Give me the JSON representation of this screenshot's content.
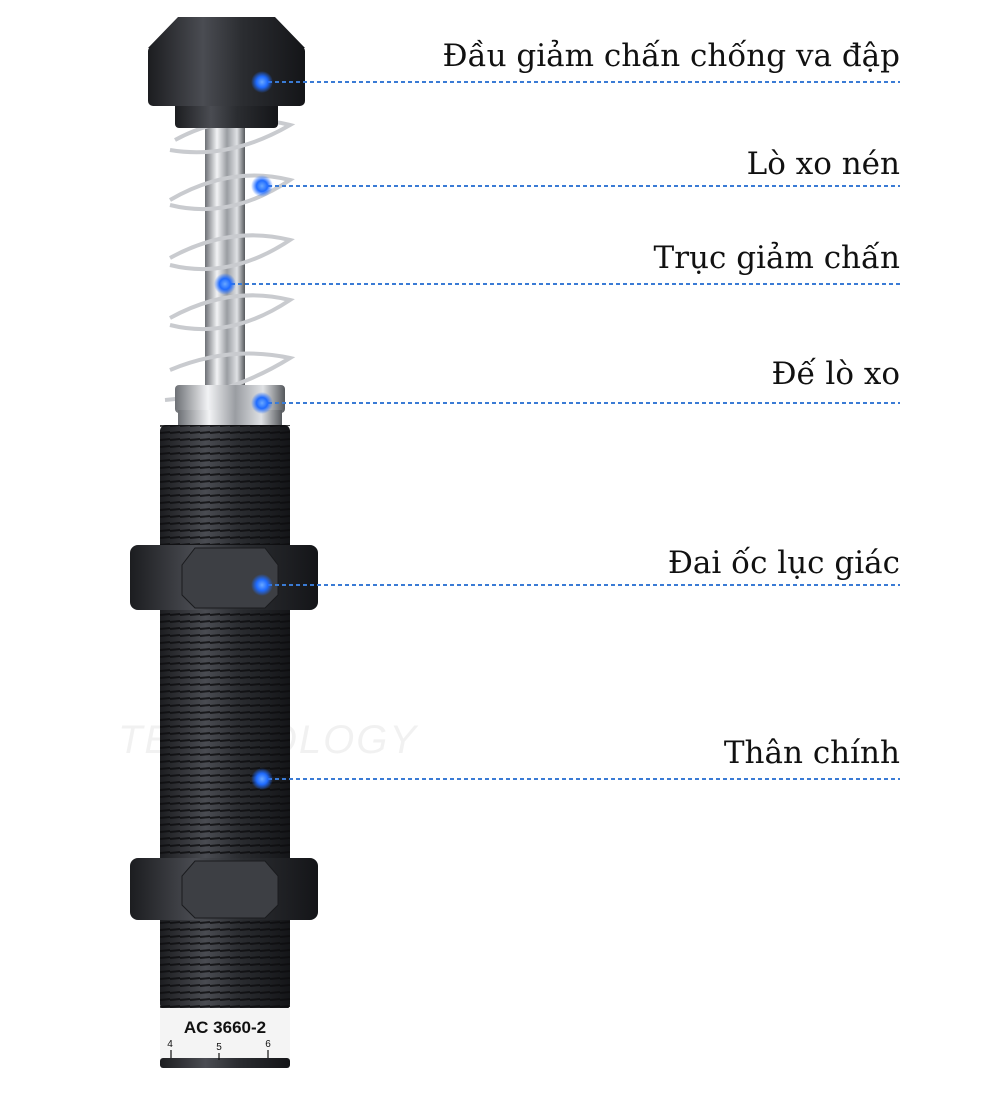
{
  "watermark": "TECHNOLOGY",
  "product": {
    "model_label": "AC 3660-2",
    "scale_ticks": [
      "4",
      "5",
      "6"
    ]
  },
  "colors": {
    "callout_dot": "#1f6bff",
    "callout_line": "#3a7bd5",
    "metal_dark": "#2a2c30"
  },
  "callouts": [
    {
      "label": "Đầu giảm chấn chống va đập"
    },
    {
      "label": "Lò xo nén"
    },
    {
      "label": "Trục giảm chấn"
    },
    {
      "label": "Đế lò xo"
    },
    {
      "label": "Đai ốc lục giác"
    },
    {
      "label": "Thân chính"
    }
  ]
}
